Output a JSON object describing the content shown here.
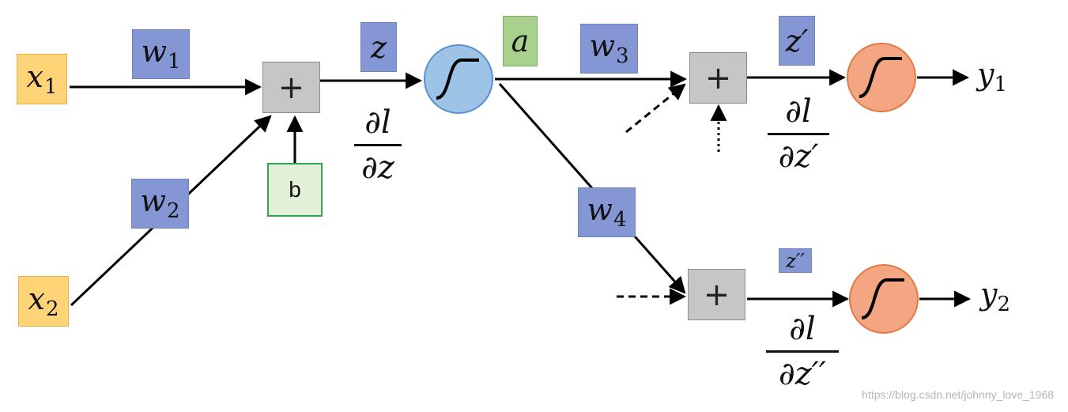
{
  "inputs": [
    {
      "name": "x",
      "sub": "1"
    },
    {
      "name": "x",
      "sub": "2"
    }
  ],
  "weights": [
    {
      "name": "w",
      "sub": "1"
    },
    {
      "name": "w",
      "sub": "2"
    },
    {
      "name": "w",
      "sub": "3"
    },
    {
      "name": "w",
      "sub": "4"
    }
  ],
  "bias": "b",
  "sum_symbol": "+",
  "z": "z",
  "a": "a",
  "z_prime": "z′",
  "z_double_prime": "z′′",
  "grad_z": {
    "num": "∂l",
    "den": "∂z"
  },
  "grad_z_prime": {
    "num": "∂l",
    "den": "∂z′"
  },
  "grad_z_double_prime": {
    "num": "∂l",
    "den": "∂z′′"
  },
  "outputs": [
    {
      "name": "y",
      "sub": "1"
    },
    {
      "name": "y",
      "sub": "2"
    }
  ],
  "watermark": "https://blog.csdn.net/johnny_love_1968",
  "colors": {
    "input": "#ffd477",
    "weight": "#8497d4",
    "activation_label": "#a9d18e",
    "bias": "#e2f0d9",
    "sum": "#c6c6c6",
    "hidden_neuron": "#9dc3e6",
    "output_neuron": "#f4a582"
  },
  "icons": [
    "sigmoid-icon",
    "plus-icon",
    "arrow-icon"
  ]
}
